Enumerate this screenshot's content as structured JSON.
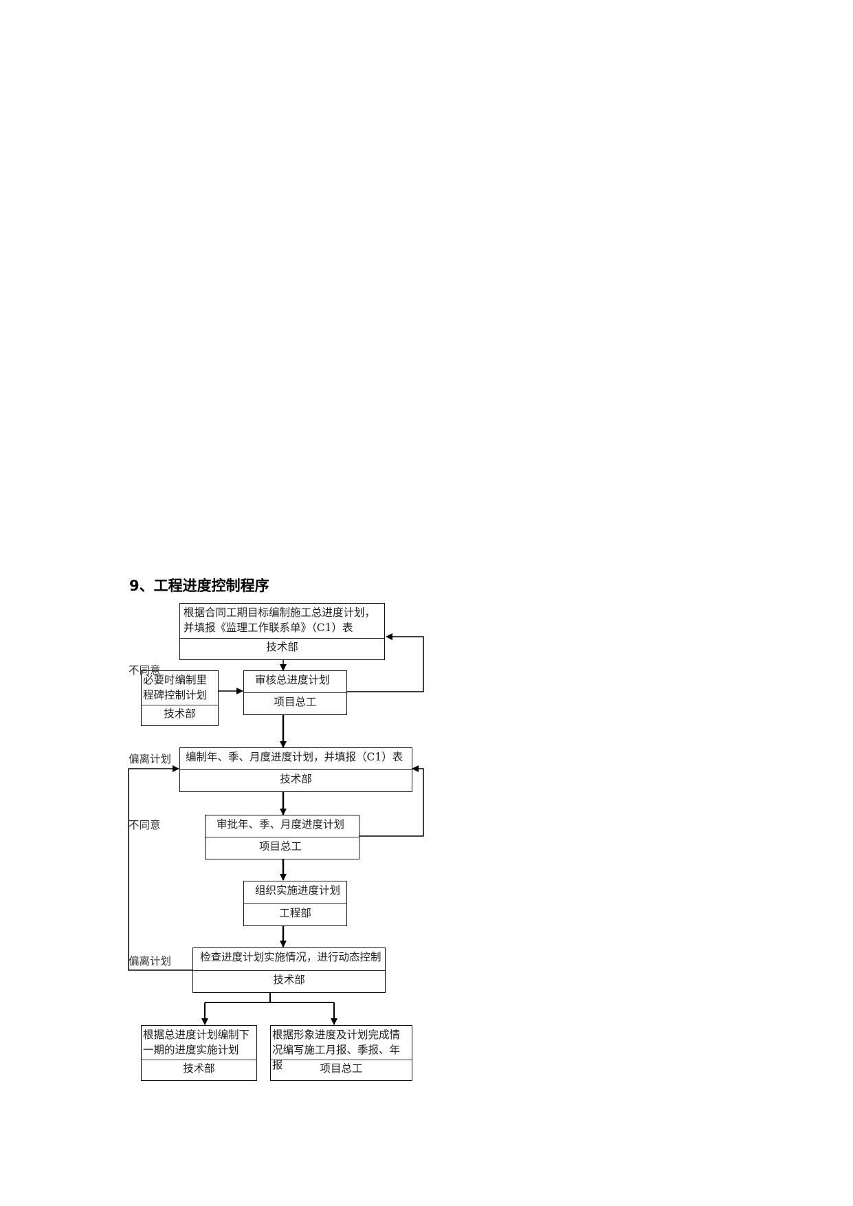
{
  "heading": "9、工程进度控制程序",
  "nodes": {
    "n1": {
      "text": "根据合同工期目标编制施工总进度计划，并填报《监理工作联系单》（C1）表",
      "dept": "技术部"
    },
    "n2": {
      "text": "审核总进度计划",
      "dept": "项目总工"
    },
    "n3": {
      "text": "必要时编制里程碑控制计划",
      "dept": "技术部"
    },
    "n4": {
      "text": "编制年、季、月度进度计划，并填报（C1）表",
      "dept": "技术部"
    },
    "n5": {
      "text": "审批年、季、月度进度计划",
      "dept": "项目总工"
    },
    "n6": {
      "text": "组织实施进度计划",
      "dept": "工程部"
    },
    "n7": {
      "text": "检查进度计划实施情况，进行动态控制",
      "dept": "技术部"
    },
    "n8": {
      "text": "根据总进度计划编制下一期的进度实施计划",
      "dept": "技术部"
    },
    "n9": {
      "text": "根据形象进度及计划完成情况编写施工月报、季报、年报",
      "dept": "项目总工"
    }
  },
  "edge_labels": {
    "disagree_1": "不同意",
    "deviate_1": "偏离计划",
    "disagree_2": "不同意",
    "deviate_2": "偏离计划"
  }
}
